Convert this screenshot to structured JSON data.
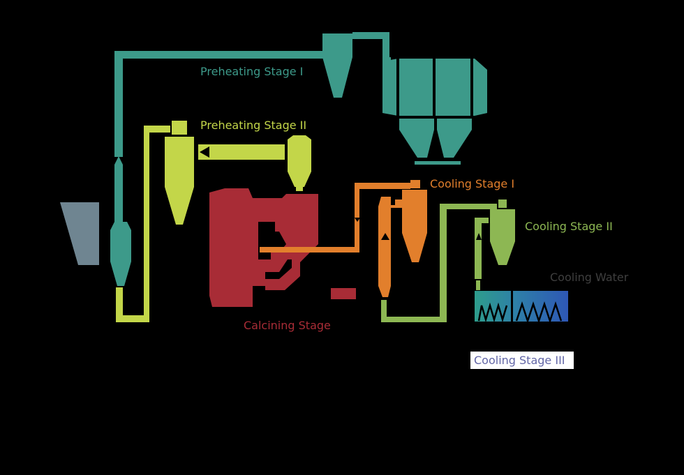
{
  "labels": {
    "preheating_stage_1": "Preheating Stage I",
    "preheating_stage_2": "Preheating Stage II",
    "calcining_stage": "Calcining Stage",
    "cooling_stage_1": "Cooling Stage I",
    "cooling_stage_2": "Cooling Stage II",
    "cooling_water": "Cooling Water",
    "cooling_stage_3": "Cooling Stage III"
  },
  "colors": {
    "background": "#000000",
    "preheating_1": "#3d9a8a",
    "preheating_2": "#c3d649",
    "calcining": "#a82c36",
    "cooling_1": "#e27f2c",
    "cooling_2": "#8db753",
    "cooling_3_teal": "#2e9d8c",
    "cooling_3_blue": "#2e57b6",
    "hopper": "#6f8591",
    "cooling_water_text": "#3f3f3f",
    "cooling_3_text": "#6266a6"
  }
}
